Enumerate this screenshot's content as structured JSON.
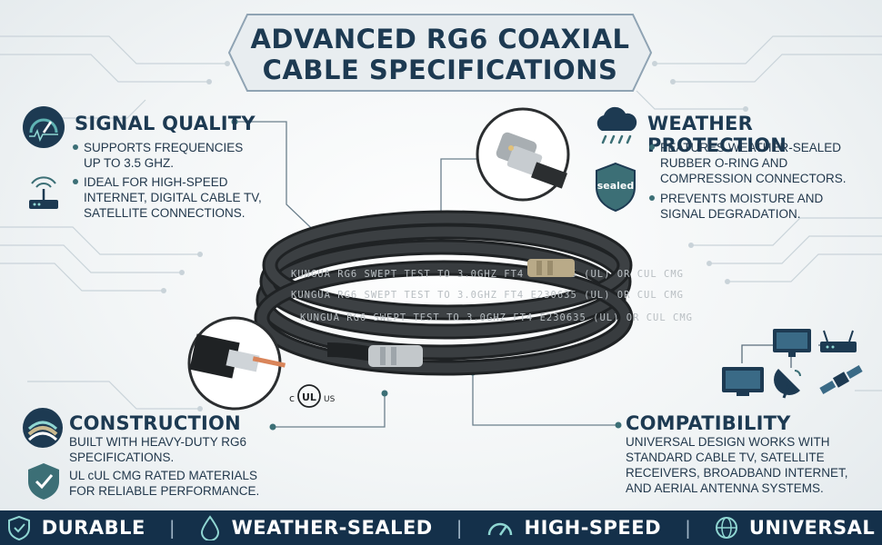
{
  "title": {
    "line1": "ADVANCED RG6 COAXIAL",
    "line2": "CABLE SPECIFICATIONS"
  },
  "signal_quality": {
    "heading": "SIGNAL QUALITY",
    "bullets": [
      [
        "SUPPORTS FREQUENCIES",
        "UP TO 3.5 GHZ."
      ],
      [
        "IDEAL FOR HIGH-SPEED",
        "INTERNET, DIGITAL CABLE TV,",
        "SATELLITE CONNECTIONS."
      ]
    ],
    "icons": [
      "speedometer-icon",
      "router-icon"
    ]
  },
  "weather_protection": {
    "heading": "WEATHER PROTECTION",
    "bullets": [
      [
        "FEATURES WEATHER-SEALED",
        "RUBBER O-RING AND",
        "COMPRESSION CONNECTORS."
      ],
      [
        "PREVENTS MOISTURE AND",
        "SIGNAL DEGRADATION."
      ]
    ],
    "icons": [
      "rain-cloud-icon",
      "sealed-shield-icon"
    ],
    "badge_text": "sealed"
  },
  "construction": {
    "heading": "CONSTRUCTION",
    "bullets": [
      [
        "BUILT WITH HEAVY-DUTY RG6",
        "SPECIFICATIONS."
      ],
      [
        "UL cUL CMG RATED MATERIALS",
        "FOR RELIABLE PERFORMANCE."
      ]
    ],
    "icons": [
      "layers-icon",
      "check-shield-icon"
    ]
  },
  "compatibility": {
    "heading": "COMPATIBILITY",
    "lines": [
      "UNIVERSAL DESIGN WORKS WITH",
      "STANDARD CABLE TV, SATELLITE",
      "RECEIVERS, BROADBAND INTERNET,",
      "AND AERIAL ANTENNA SYSTEMS."
    ],
    "icons": [
      "tv-icon",
      "monitor-icon",
      "router-icon",
      "satellite-dish-icon",
      "satellite-icon"
    ]
  },
  "cable": {
    "print": "KUNGUA RG6 SWEPT TEST TO 3.0GHZ FT4 E230635 (UL) OR CUL CMG",
    "ul_mark_left": "c",
    "ul_mark_center": "UL",
    "ul_mark_right": "US"
  },
  "footer": {
    "items": [
      "DURABLE",
      "WEATHER-SEALED",
      "HIGH-SPEED",
      "UNIVERSAL"
    ],
    "icons": [
      "shield-check-icon",
      "water-drop-icon",
      "speedometer-icon",
      "globe-icon"
    ],
    "separator": "|"
  },
  "colors": {
    "navy": "#1d3a52",
    "teal": "#3c6f76",
    "footer_bg": "#14304a",
    "cable": "#2b2e30",
    "copper": "#d9855a"
  }
}
